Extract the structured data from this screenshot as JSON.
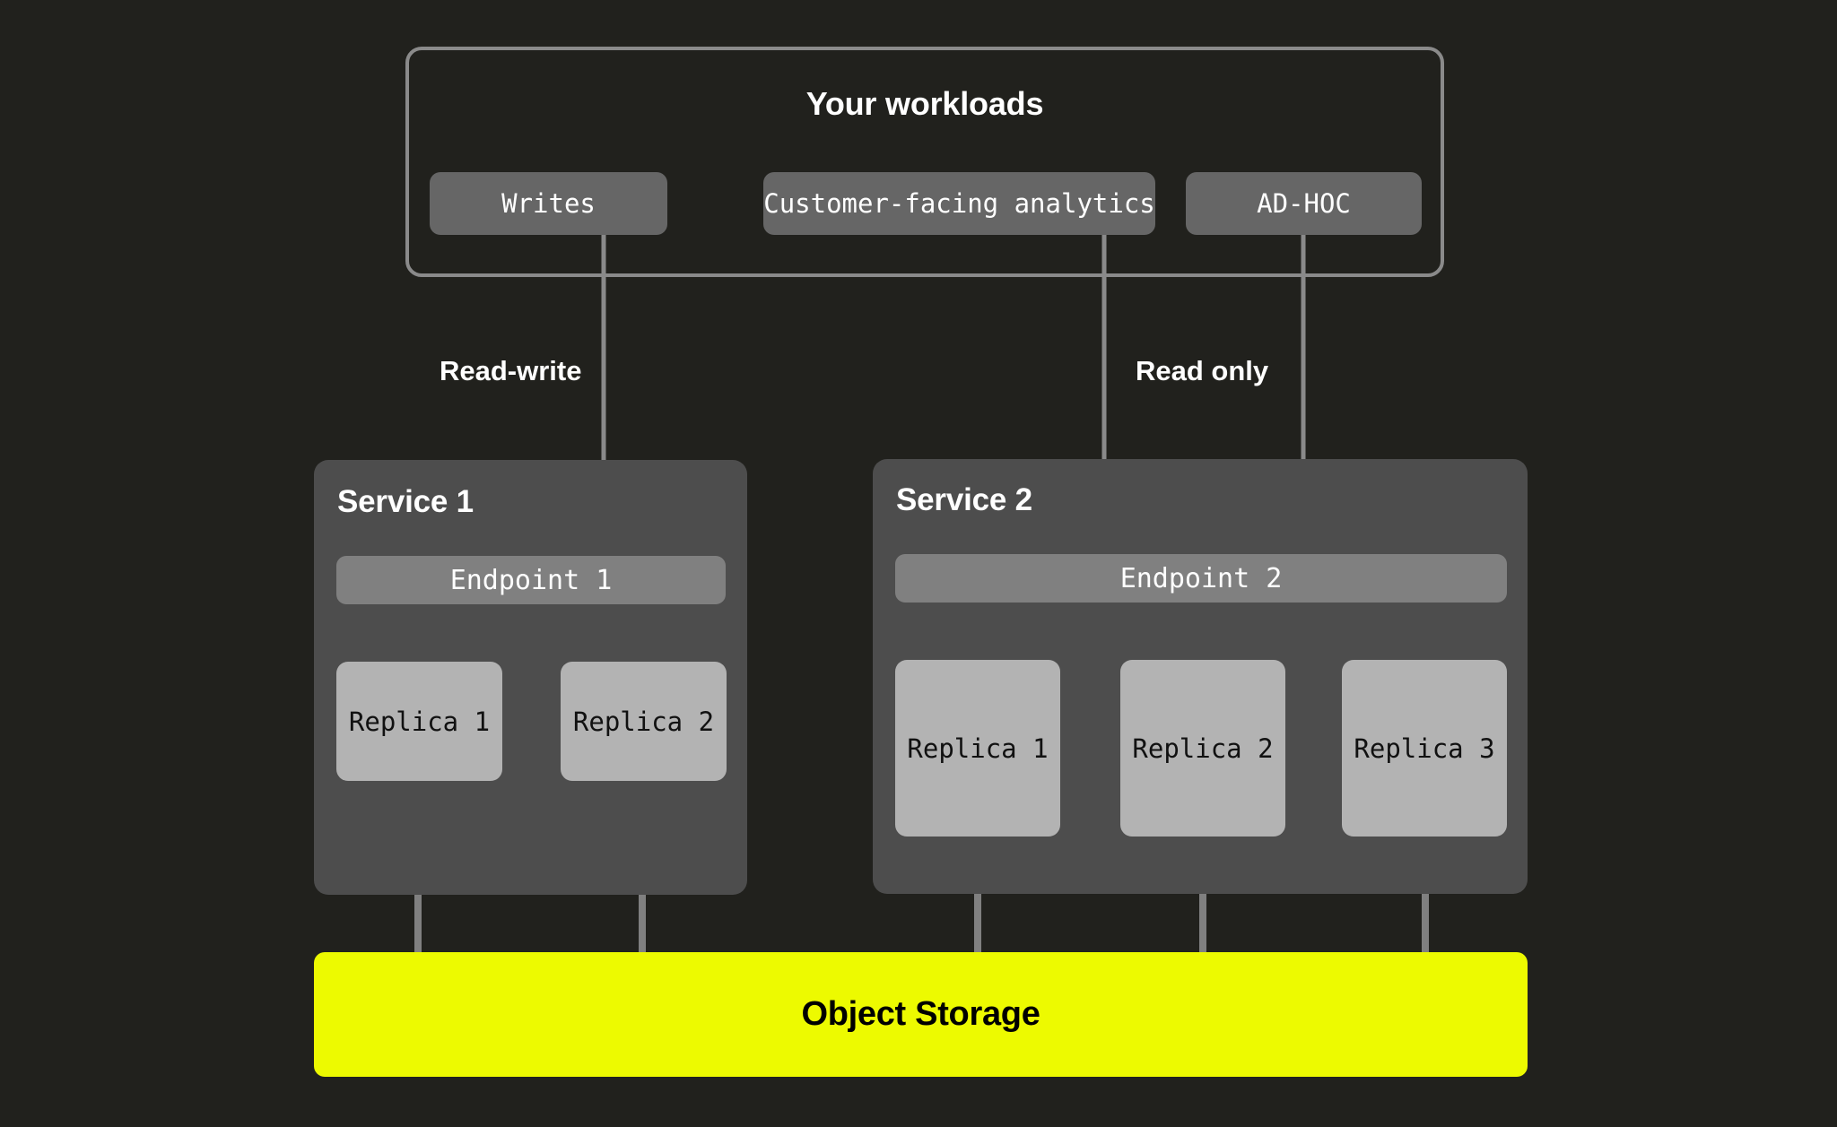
{
  "theme": {
    "background": "#21211D",
    "frame_border": "#8A8A8A",
    "workload_button_bg": "#666666",
    "service_bg": "#4D4D4D",
    "endpoint_bg": "#808080",
    "replica_bg": "#B3B3B3",
    "connector": "#808080",
    "storage_accent": "#EDFA00",
    "text_light": "#FFFFFF",
    "text_dark": "#000000"
  },
  "workloads": {
    "title": "Your workloads",
    "buttons": [
      {
        "label": "Writes"
      },
      {
        "label": "Customer-facing analytics"
      },
      {
        "label": "AD-HOC"
      }
    ]
  },
  "flows": [
    {
      "label": "Read-write"
    },
    {
      "label": "Read only"
    }
  ],
  "services": [
    {
      "title": "Service 1",
      "endpoint": "Endpoint 1",
      "replicas": [
        {
          "label": "Replica 1"
        },
        {
          "label": "Replica 2"
        }
      ]
    },
    {
      "title": "Service 2",
      "endpoint": "Endpoint 2",
      "replicas": [
        {
          "label": "Replica 1"
        },
        {
          "label": "Replica 2"
        },
        {
          "label": "Replica 3"
        }
      ]
    }
  ],
  "storage": {
    "label": "Object Storage"
  }
}
